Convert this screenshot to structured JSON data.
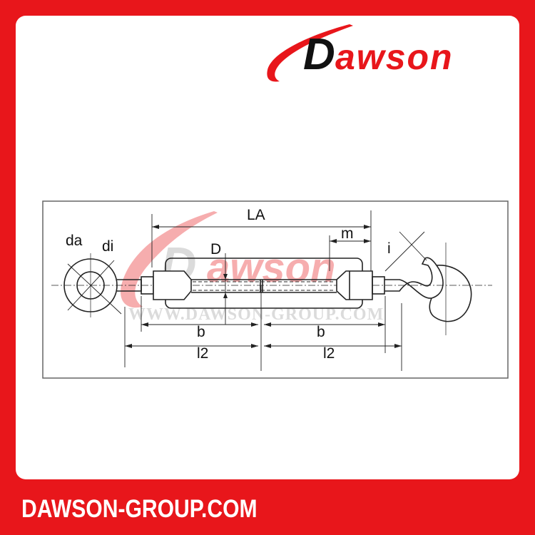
{
  "brand": {
    "logo_text": "Dawson",
    "accent_color": "#e8161b",
    "watermark_text": "WWW.DAWSON-GROUP.COM"
  },
  "diagram": {
    "labels": {
      "LA": "LA",
      "m": "m",
      "D": "D",
      "da": "da",
      "di": "di",
      "i": "i",
      "b_left": "b",
      "b_right": "b",
      "l2_left": "l2",
      "l2_right": "l2"
    }
  },
  "footer": {
    "website": "DAWSON-GROUP.COM"
  }
}
